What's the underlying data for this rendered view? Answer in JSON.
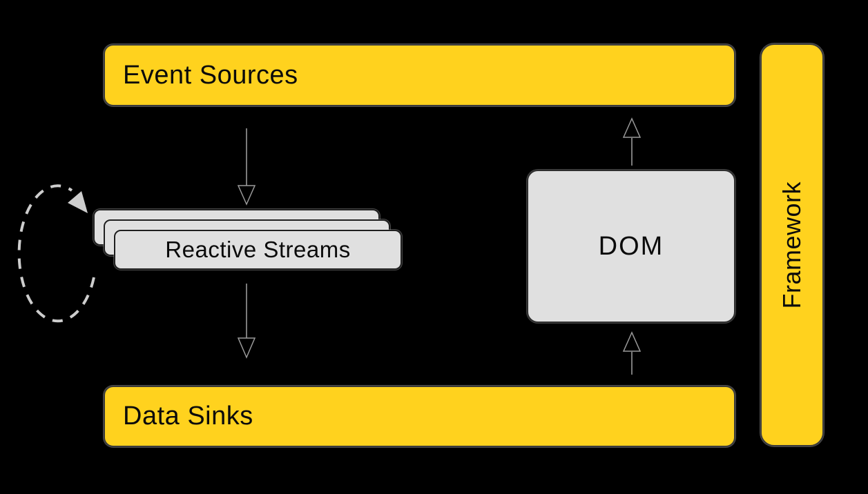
{
  "colors": {
    "background": "#000000",
    "accent_yellow": "#FFD21E",
    "box_gray": "#E0E0E0",
    "border_dark": "#2E2E2E",
    "arrow_gray": "#9A9A9A",
    "loop_gray": "#CDCDCD",
    "text_dark": "#0B0B0B"
  },
  "nodes": {
    "event_sources": {
      "label": "Event Sources",
      "shape": "yellow-horizontal-bar"
    },
    "reactive_streams": {
      "label": "Reactive Streams",
      "shape": "gray-stacked-cards"
    },
    "data_sinks": {
      "label": "Data Sinks",
      "shape": "yellow-horizontal-bar"
    },
    "dom": {
      "label": "DOM",
      "shape": "gray-rounded-box"
    },
    "framework": {
      "label": "Framework",
      "shape": "yellow-vertical-bar"
    }
  },
  "arrows": [
    {
      "from": "event_sources",
      "to": "reactive_streams",
      "style": "solid",
      "direction": "down"
    },
    {
      "from": "reactive_streams",
      "to": "data_sinks",
      "style": "solid",
      "direction": "down"
    },
    {
      "from": "data_sinks",
      "to": "dom",
      "style": "solid",
      "direction": "up"
    },
    {
      "from": "dom",
      "to": "event_sources",
      "style": "solid",
      "direction": "up"
    },
    {
      "from": "reactive_streams",
      "to": "reactive_streams",
      "style": "dashed-loop",
      "direction": "feedback"
    }
  ]
}
